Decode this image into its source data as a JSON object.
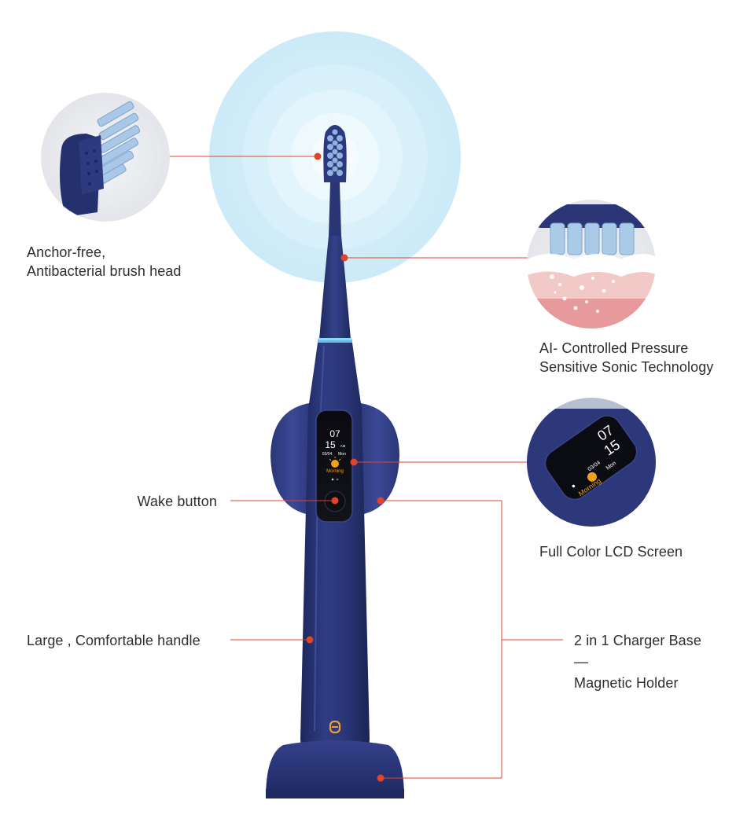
{
  "features": {
    "brush_head": [
      "Anchor-free,",
      "Antibacterial brush head"
    ],
    "pressure": [
      "AI- Controlled Pressure",
      "Sensitive Sonic Technology"
    ],
    "screen": "Full Color LCD Screen",
    "wake": "Wake button",
    "handle": "Large , Comfortable handle",
    "charger": [
      "2 in 1 Charger Base",
      "—",
      "Magnetic Holder"
    ]
  },
  "lcd": {
    "hour": "07",
    "minute": "15",
    "ampm": "AM",
    "date": "03/04",
    "day": "Mon",
    "greeting": "Morning"
  },
  "brand": {
    "name": "oclean"
  },
  "colors": {
    "accent": "#e0442a",
    "body": "#24306b",
    "glow": "#bfe6f5",
    "greeting": "#f0a21a"
  }
}
